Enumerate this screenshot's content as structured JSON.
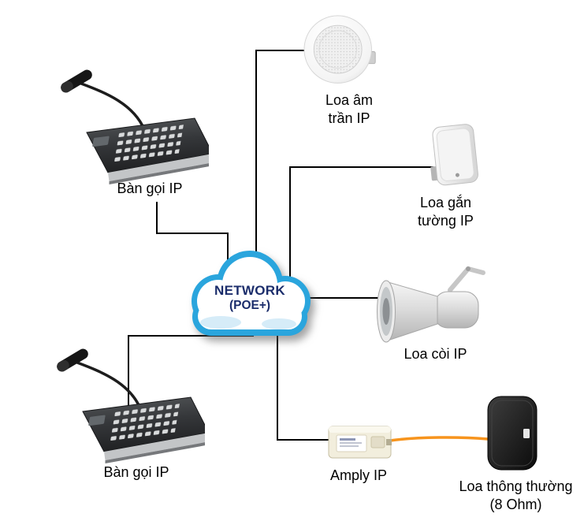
{
  "cloud": {
    "label_line1": "NETWORK",
    "label_line2": "(POE+)"
  },
  "nodes": {
    "console_top": {
      "label": "Bàn gọi IP",
      "image": "ip-paging-console"
    },
    "console_bottom": {
      "label": "Bàn gọi IP",
      "image": "ip-paging-console"
    },
    "ceiling_speaker": {
      "label_line1": "Loa âm",
      "label_line2": "trần IP",
      "image": "ip-ceiling-speaker"
    },
    "wall_speaker": {
      "label_line1": "Loa gắn",
      "label_line2": "tường IP",
      "image": "ip-wall-speaker"
    },
    "horn_speaker": {
      "label": "Loa còi IP",
      "image": "ip-horn-speaker"
    },
    "amplifier": {
      "label": "Amply IP",
      "image": "ip-amplifier"
    },
    "passive_speaker": {
      "label_line1": "Loa thông thường",
      "label_line2": "(8 Ohm)",
      "image": "passive-8ohm-speaker"
    }
  },
  "colors": {
    "network_wire": "#000000",
    "speaker_cable": "#f7941d",
    "cloud_border": "#2aa5dd",
    "cloud_fill": "#ffffff",
    "cloud_text": "#1b2d6b",
    "label_text": "#000000",
    "background": "#ffffff"
  }
}
